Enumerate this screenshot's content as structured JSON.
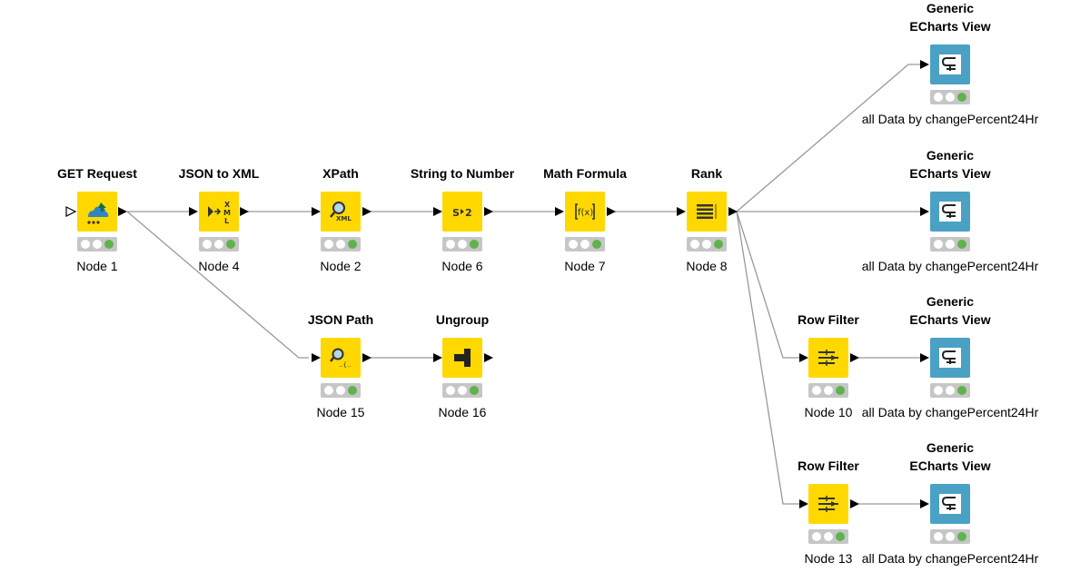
{
  "colors": {
    "yellow_node": "#ffd800",
    "blue_node": "#4aa1c4",
    "executed": "#5fb34d",
    "wire": "#999999"
  },
  "nodes": {
    "n1": {
      "title": "GET Request",
      "label": "Node 1",
      "icon": "get-request-icon"
    },
    "n4": {
      "title": "JSON to XML",
      "label": "Node 4",
      "icon": "json-to-xml-icon"
    },
    "n2": {
      "title": "XPath",
      "label": "Node 2",
      "icon": "xpath-icon"
    },
    "n6": {
      "title": "String to Number",
      "label": "Node 6",
      "icon": "string-to-number-icon"
    },
    "n7": {
      "title": "Math Formula",
      "label": "Node 7",
      "icon": "math-formula-icon"
    },
    "n8": {
      "title": "Rank",
      "label": "Node 8",
      "icon": "rank-icon"
    },
    "n15": {
      "title": "JSON Path",
      "label": "Node 15",
      "icon": "json-path-icon"
    },
    "n16": {
      "title": "Ungroup",
      "label": "Node 16",
      "icon": "ungroup-icon"
    },
    "rf1": {
      "title": "Row Filter",
      "label": "Node 10",
      "icon": "row-filter-icon"
    },
    "rf2": {
      "title": "Row Filter",
      "label": "Node 13",
      "icon": "row-filter-icon"
    },
    "v1": {
      "title": "Generic\nECharts View",
      "label": "all Data by changePercent24Hr",
      "icon": "echarts-view-icon"
    },
    "v2": {
      "title": "Generic\nECharts View",
      "label": "all Data by changePercent24Hr",
      "icon": "echarts-view-icon"
    },
    "v3": {
      "title": "Generic\nECharts View",
      "label": "all Data by changePercent24Hr",
      "icon": "echarts-view-icon"
    },
    "v4": {
      "title": "Generic\nECharts View",
      "label": "all Data by changePercent24Hr",
      "icon": "echarts-view-icon"
    }
  }
}
